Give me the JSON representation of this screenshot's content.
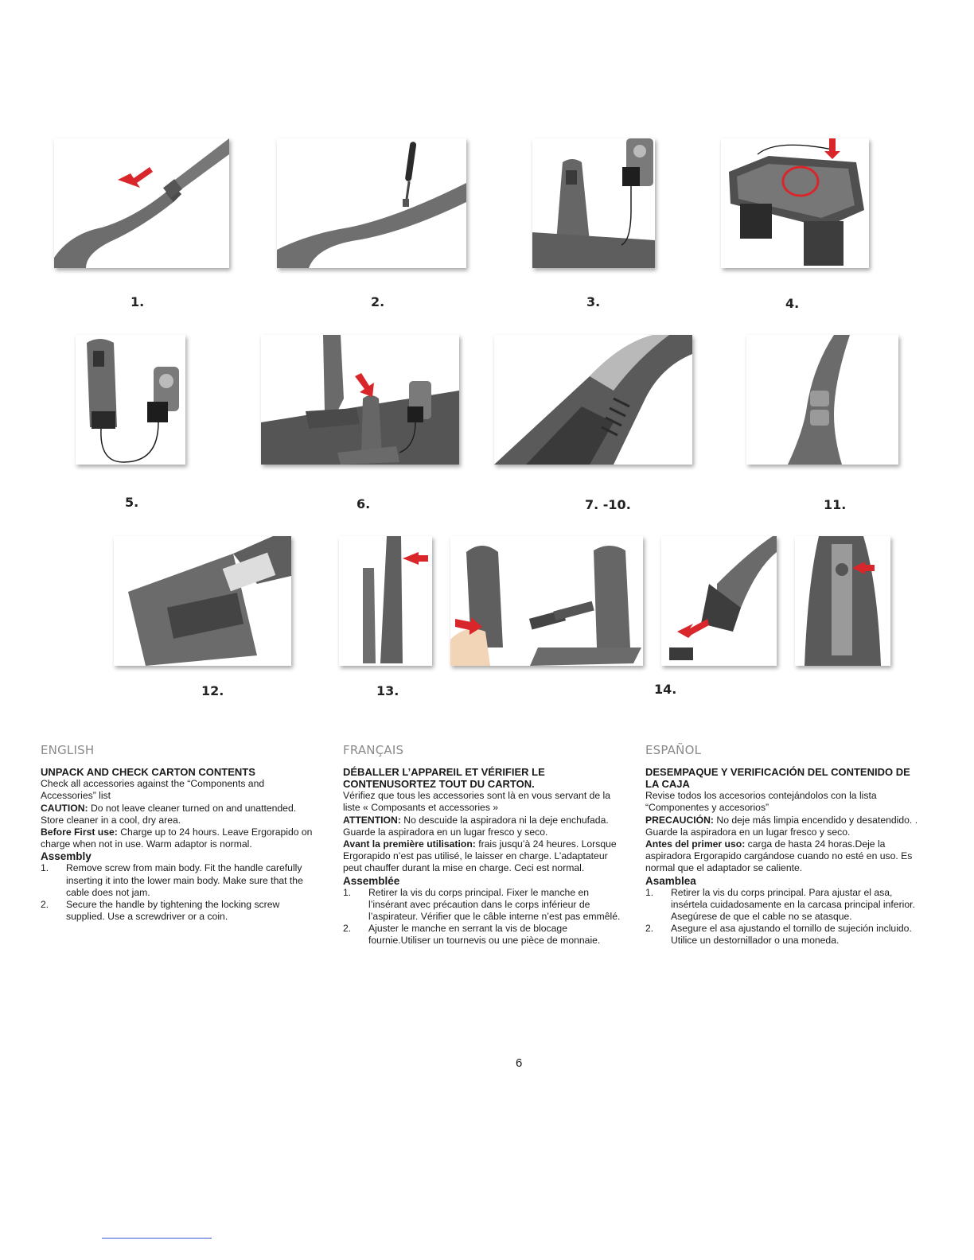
{
  "figures": [
    {
      "label": "1."
    },
    {
      "label": "2."
    },
    {
      "label": "3."
    },
    {
      "label": "4."
    },
    {
      "label": "5."
    },
    {
      "label": "6."
    },
    {
      "label": "7. -10."
    },
    {
      "label": "11."
    },
    {
      "label": "12."
    },
    {
      "label": "13."
    },
    {
      "label": "14."
    }
  ],
  "english": {
    "lang": "ENGLISH",
    "heading": "UNPACK AND CHECK CARTON CONTENTS",
    "p1": "Check all accessories against the “Components and Accessories” list",
    "caution_label": "CAUTION:",
    "caution": " Do not leave cleaner turned on and unattended.",
    "store": "Store cleaner in a cool, dry area.",
    "first_label": "Before First use:",
    "first": " Charge up to 24 hours. Leave Ergorapido on charge when not in use. Warm adaptor is normal.",
    "assembly": "Assembly",
    "steps": [
      {
        "n": "1.",
        "text": "Remove screw from main body. Fit the handle carefully inserting it into the lower main body. Make sure that the cable does not jam."
      },
      {
        "n": "2.",
        "text": "Secure the handle by tightening the locking screw supplied. Use a screwdriver or a coin."
      }
    ]
  },
  "french": {
    "lang": "FRANÇAIS",
    "heading": "DÉBALLER L’APPAREIL ET VÉRIFIER LE CONTENUSORTEZ TOUT DU CARTON.",
    "p1": "Vérifiez que tous les accessories sont là en vous servant de la liste   « Composants et accessories »",
    "caution_label": "ATTENTION:",
    "caution": " No descuide la aspiradora ni la deje enchufada. Guarde la aspiradora en un lugar fresco y seco.",
    "first_label": "Avant la première utilisation:",
    "first": " frais jusqu’à 24 heures. Lorsque Ergorapido n’est pas utilisé, le laisser en charge. L’adaptateur peut chauffer durant la mise en charge. Ceci est normal.",
    "assembly": "Assemblée",
    "steps": [
      {
        "n": "1.",
        "text": "Retirer la vis du corps principal. Fixer le manche en l’insérant avec précaution dans le corps inférieur de l’aspirateur. Vérifier que le câble interne n’est pas emmêlé."
      },
      {
        "n": "2.",
        "text": "Ajuster le manche en serrant la vis de blocage fournie.Utiliser un tournevis ou une pièce de monnaie."
      }
    ]
  },
  "spanish": {
    "lang": "ESPAÑOL",
    "heading": "DESEMPAQUE Y VERIFICACIÓN DEL CONTENIDO DE LA CAJA",
    "p1": "Revise todos los accesorios contejándolos con la lista “Componentes y accesorios”",
    "caution_label": "PRECAUCIÓN:",
    "caution": " No deje más limpia encendido y desatendido. . Guarde la aspiradora en un lugar fresco y seco.",
    "first_label": "Antes del primer uso:",
    "first": " carga de hasta 24 horas.Deje la aspiradora Ergorapido cargándose cuando no esté en uso. Es normal que el adaptador se caliente.",
    "assembly": "Asamblea",
    "steps": [
      {
        "n": "1.",
        "text": "Retirer la vis du corps principal. Para ajustar el asa, insértela cuidadosamente en la carcasa principal inferior. Asegúrese de que el cable no se atasque."
      },
      {
        "n": "2.",
        "text": "Asegure el asa ajustando el tornillo de sujeción incluido. Utilice un destornillador o una moneda."
      }
    ]
  },
  "page_number": "6"
}
